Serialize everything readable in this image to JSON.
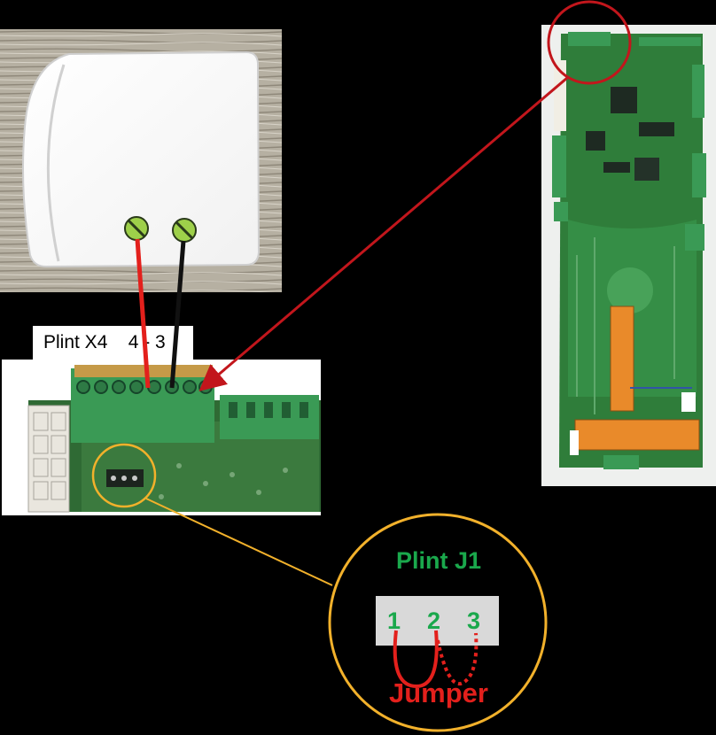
{
  "plint_x4_label": "Plint X4    4 - 3",
  "plint_j1_title": "Plint J1",
  "j1_pins": [
    "1",
    "2",
    "3"
  ],
  "jumper_label": "Jumper",
  "colors": {
    "wire_red": "#e3201c",
    "wire_black": "#111111",
    "highlight_red": "#c2161c",
    "highlight_orange": "#f2b12b",
    "label_green": "#1aa84c",
    "pcb_green": "#2f7d3a",
    "terminal_green": "#3a9a55",
    "terminal_orange": "#e98a2a"
  },
  "icons": [
    "thermostat-icon",
    "screw-terminal-icon",
    "circuit-board-icon",
    "jumper-icon"
  ]
}
